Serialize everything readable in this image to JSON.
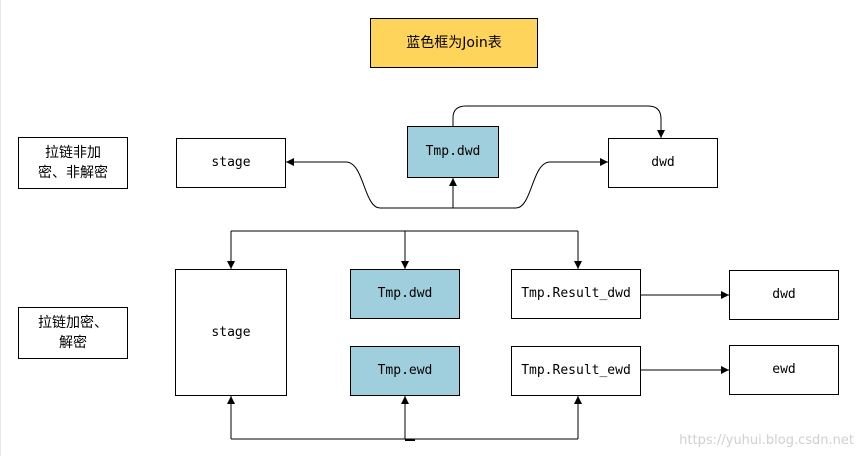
{
  "legend": "蓝色框为Join表",
  "section1": {
    "label": "拉链非加\n密、非解密",
    "stage": "stage",
    "tmp_dwd": "Tmp.dwd",
    "dwd": "dwd"
  },
  "section2": {
    "label": "拉链加密、\n解密",
    "stage": "stage",
    "tmp_dwd": "Tmp.dwd",
    "tmp_ewd": "Tmp.ewd",
    "result_dwd": "Tmp.Result_dwd",
    "result_ewd": "Tmp.Result_ewd",
    "dwd": "dwd",
    "ewd": "ewd"
  },
  "watermark": "https://yuhui.blog.csdn.net",
  "colors": {
    "join": "#9fcfdc",
    "legend": "#ffd45a",
    "line": "#000000"
  }
}
